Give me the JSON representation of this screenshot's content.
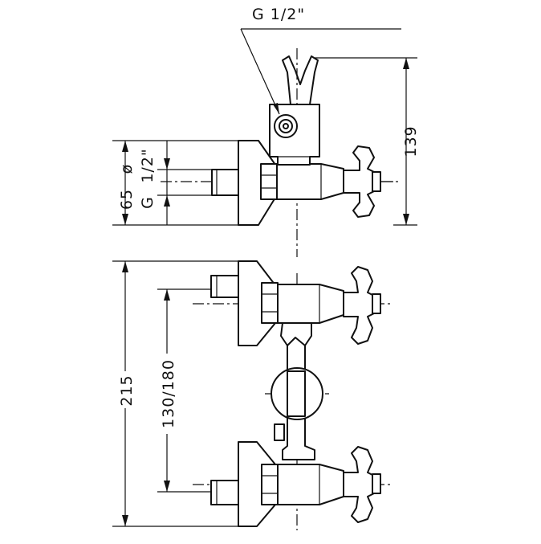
{
  "labels": {
    "thread_top": "G 1/2\"",
    "thread_side_diameter": "ø",
    "thread_side_size": "1/2\"",
    "thread_side_g": "G",
    "dim_inlet": "65",
    "dim_height_top": "139",
    "dim_height_total": "215",
    "dim_centres": "130/180"
  }
}
